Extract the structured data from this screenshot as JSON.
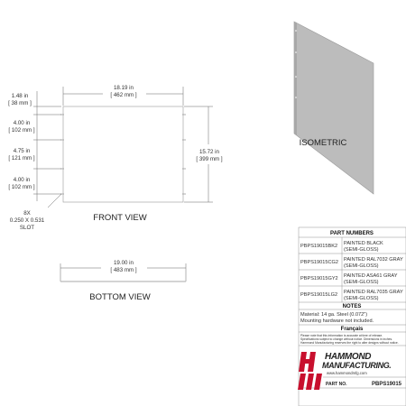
{
  "front_view": {
    "width_in": "18.19 in",
    "width_mm": "[ 462 mm ]",
    "top_offset_in": "1.48 in",
    "top_offset_mm": "[ 38 mm ]",
    "spacing1_in": "4.00 in",
    "spacing1_mm": "[ 102 mm ]",
    "spacing2_in": "4.75 in",
    "spacing2_mm": "[ 121 mm ]",
    "spacing3_in": "4.00 in",
    "spacing3_mm": "[ 102 mm ]",
    "height_in": "15.72 in",
    "height_mm": "[ 399 mm ]",
    "slot_line1": "8X",
    "slot_line2": "0.250 X 0.531",
    "slot_line3": "SLOT",
    "label": "FRONT VIEW"
  },
  "bottom_view": {
    "width_in": "19.00 in",
    "width_mm": "[ 483 mm ]",
    "label": "BOTTOM VIEW"
  },
  "isometric": {
    "label": "ISOMETRIC"
  },
  "part_table": {
    "header": "PART NUMBERS",
    "rows": [
      {
        "pn": "PBPS19015BK2",
        "desc1": "PAINTED BLACK",
        "desc2": "(SEMI-GLOSS)"
      },
      {
        "pn": "PBPS19015CG2",
        "desc1": "PAINTED RAL7032 GRAY",
        "desc2": "(SEMI-GLOSS)"
      },
      {
        "pn": "PBPS19015GY2",
        "desc1": "PAINTED ASA61 GRAY",
        "desc2": "(SEMI-GLOSS)"
      },
      {
        "pn": "PBPS19015LG2",
        "desc1": "PAINTED RAL7035 GRAY",
        "desc2": "(SEMI-GLOSS)"
      }
    ],
    "notes_header": "NOTES",
    "note1": "Material: 14 ga. Steel (0.072\")",
    "note2": "Mounting hardware not included.",
    "francais": "Français",
    "fine1": "Please note that this information is accurate at time of release.",
    "fine2": "Specifications subject to change without notice. Dimensions in inches.",
    "fine3": "Hammond Manufacturing reserves the right to alter designs without notice.",
    "company_line1": "HAMMOND",
    "company_line2": "MANUFACTURING.",
    "website": "www.hammondmfg.com",
    "part_no_label": "PART NO.",
    "part_no": "PBPS19015"
  },
  "colors": {
    "panel_fill": "#bcbcbc",
    "panel_edge": "#9a9a9a",
    "logo_red": "#c8102e",
    "line": "#555555"
  }
}
